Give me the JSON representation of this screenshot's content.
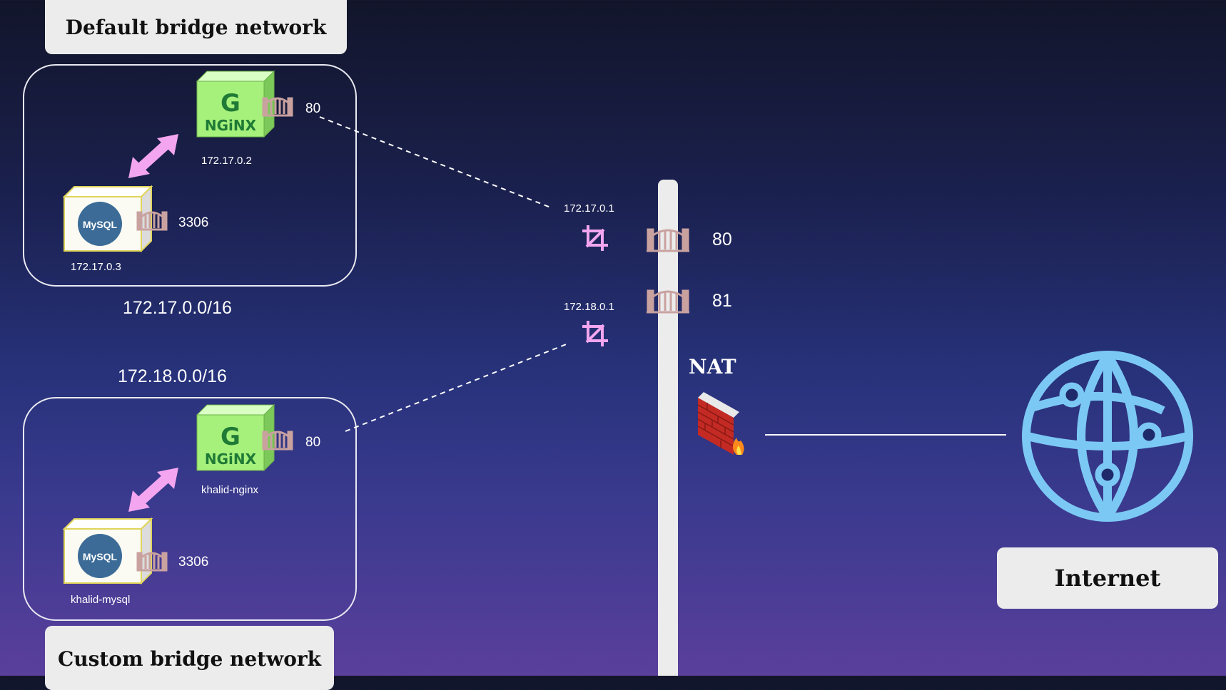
{
  "default_network": {
    "title": "Default bridge network",
    "subnet": "172.17.0.0/16",
    "nginx_ip": "172.17.0.2",
    "nginx_port": "80",
    "nginx_logo": "NGiNX",
    "mysql_ip": "172.17.0.3",
    "mysql_port": "3306",
    "mysql_logo": "MySQL",
    "gateway_ip": "172.17.0.1"
  },
  "custom_network": {
    "title": "Custom bridge network",
    "subnet": "172.18.0.0/16",
    "nginx_name": "khalid-nginx",
    "nginx_port": "80",
    "nginx_logo": "NGiNX",
    "mysql_name": "khalid-mysql",
    "mysql_port": "3306",
    "mysql_logo": "MySQL",
    "gateway_ip": "172.18.0.1"
  },
  "host": {
    "port_a": "80",
    "port_b": "81",
    "nat_label": "NAT"
  },
  "internet": {
    "label": "Internet"
  },
  "colors": {
    "nginx_green": "#a6f07c",
    "mysql_blue": "#3b6b96",
    "arrow_pink": "#f3a6ef",
    "globe_blue": "#7cc8f4",
    "firewall_red": "#c42a24"
  },
  "icons": [
    "nginx-container-icon",
    "mysql-container-icon",
    "gate-icon",
    "bridge-crop-icon",
    "firewall-icon",
    "globe-icon"
  ]
}
